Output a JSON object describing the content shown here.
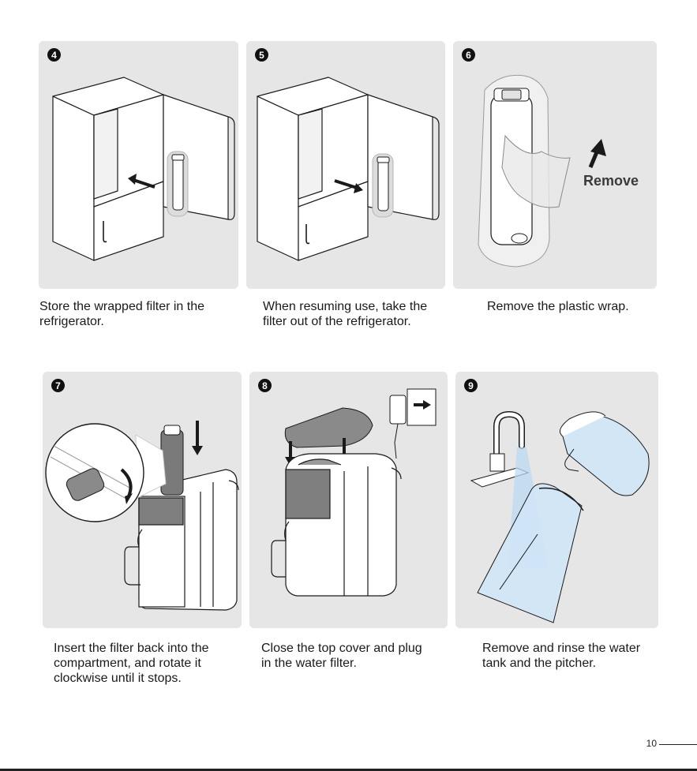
{
  "steps": [
    {
      "number": "4",
      "caption_lines": [
        "Store the wrapped filter in the",
        "refrigerator."
      ]
    },
    {
      "number": "5",
      "caption_lines": [
        "When resuming use, take the",
        "filter out of the refrigerator."
      ]
    },
    {
      "number": "6",
      "caption_lines": [
        "Remove the plastic wrap."
      ],
      "label": "Remove"
    },
    {
      "number": "7",
      "caption_lines": [
        "Insert the filter back into the",
        "compartment, and rotate it",
        "clockwise until it stops."
      ]
    },
    {
      "number": "8",
      "caption_lines": [
        "Close the top cover and plug",
        "in the water filter."
      ]
    },
    {
      "number": "9",
      "caption_lines": [
        "Remove and rinse the water",
        "tank and the pitcher."
      ]
    }
  ],
  "footer": {
    "page_number": "10"
  },
  "colors": {
    "panel_bg": "#e6e6e6",
    "line": "#1a1a1a",
    "water": "#b9d9f2"
  }
}
